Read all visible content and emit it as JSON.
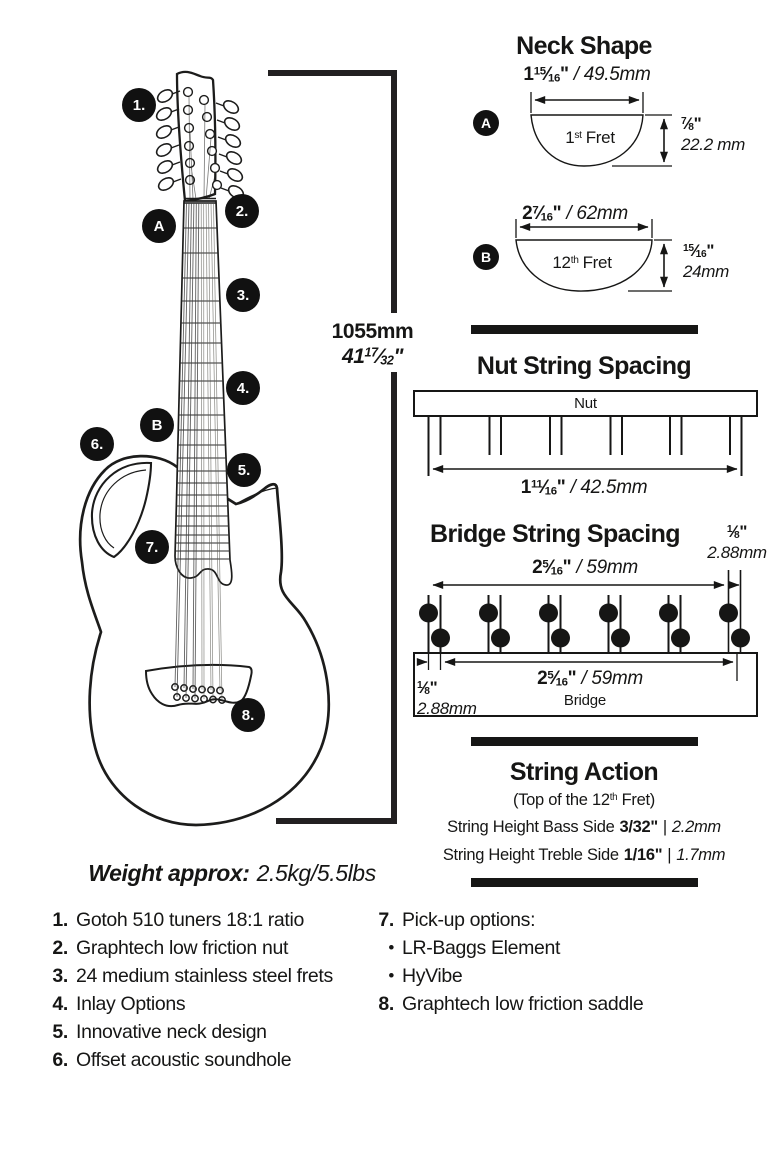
{
  "colors": {
    "ink": "#161615",
    "background": "#ffffff"
  },
  "symbols": {
    "slash": "⁄",
    "bullet": "•",
    "sep": "|"
  },
  "callouts": [
    {
      "label": "1."
    },
    {
      "label": "2."
    },
    {
      "label": "A"
    },
    {
      "label": "3."
    },
    {
      "label": "4."
    },
    {
      "label": "B"
    },
    {
      "label": "6."
    },
    {
      "label": "5."
    },
    {
      "label": "7."
    },
    {
      "label": "8."
    }
  ],
  "length": {
    "mm": "1055mm",
    "inch_whole": "41",
    "inch_num": "17",
    "inch_den": "32",
    "inch_unit": "\""
  },
  "weight": {
    "label": "Weight approx:",
    "value": "2.5kg/5.5lbs"
  },
  "neck_shape": {
    "title": "Neck Shape",
    "profiles": [
      {
        "badge": "A",
        "width_whole": "1",
        "width_num": "15",
        "width_den": "16",
        "width_unit": "\"",
        "width_metric": "/ 49.5mm",
        "fret_num": "1",
        "fret_sup": "st",
        "fret_word": "Fret",
        "height_num": "7",
        "height_den": "8",
        "height_unit": "\"",
        "height_metric": "22.2 mm"
      },
      {
        "badge": "B",
        "width_whole": "2",
        "width_num": "7",
        "width_den": "16",
        "width_unit": "\"",
        "width_metric": "/ 62mm",
        "fret_num": "12",
        "fret_sup": "th",
        "fret_word": "Fret",
        "height_num": "15",
        "height_den": "16",
        "height_unit": "\"",
        "height_metric": "24mm"
      }
    ]
  },
  "nut_spacing": {
    "title": "Nut String Spacing",
    "nut_label": "Nut",
    "dim_whole": "1",
    "dim_num": "11",
    "dim_den": "16",
    "dim_unit": "\"",
    "dim_metric": "/ 42.5mm"
  },
  "bridge_spacing": {
    "title": "Bridge String Spacing",
    "pair_num": "1",
    "pair_den": "8",
    "pair_unit": "\"",
    "pair_metric": "2.88mm",
    "span_whole": "2",
    "span_num": "5",
    "span_den": "16",
    "span_unit": "\"",
    "span_metric": "/ 59mm",
    "bridge_label": "Bridge"
  },
  "string_action": {
    "title": "String Action",
    "subtitle_pre": "(Top of the 12",
    "subtitle_sup": "th",
    "subtitle_post": " Fret)",
    "rows": [
      {
        "label": "String Height Bass Side",
        "value": "3/32\"",
        "metric": "2.2mm"
      },
      {
        "label": "String Height Treble Side",
        "value": "1/16\"",
        "metric": "1.7mm"
      }
    ]
  },
  "features": {
    "left": [
      {
        "num": "1.",
        "text": "Gotoh 510 tuners 18:1 ratio"
      },
      {
        "num": "2.",
        "text": "Graphtech low friction nut"
      },
      {
        "num": "3.",
        "text": "24 medium stainless steel frets"
      },
      {
        "num": "4.",
        "text": "Inlay Options"
      },
      {
        "num": "5.",
        "text": "Innovative neck design"
      },
      {
        "num": "6.",
        "text": "Offset acoustic soundhole"
      }
    ],
    "right": {
      "item7": {
        "num": "7.",
        "text": "Pick-up options:"
      },
      "bullets": [
        {
          "text": "LR-Baggs Element"
        },
        {
          "text": "HyVibe"
        }
      ],
      "item8": {
        "num": "8.",
        "text": "Graphtech low friction saddle"
      }
    }
  }
}
